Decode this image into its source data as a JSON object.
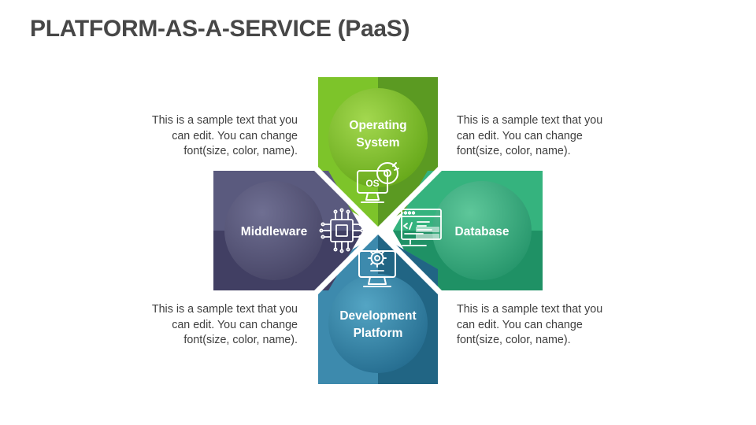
{
  "page": {
    "title": "PLATFORM-AS-A-SERVICE (PaaS)",
    "background_color": "#ffffff",
    "title_color": "#474747"
  },
  "diagram": {
    "type": "four-petal-pinwheel",
    "petals": [
      {
        "id": "operating-system",
        "position": "top",
        "label_line1": "Operating",
        "label_line2": "System",
        "icon": "monitor-os-disc-icon",
        "color_light": "#7dc42a",
        "color_dark": "#5b9a22",
        "circle_light": "#a3d84f",
        "circle_dark": "#62a516"
      },
      {
        "id": "database",
        "position": "right",
        "label_line1": "Database",
        "label_line2": "",
        "icon": "code-window-server-icon",
        "color_light": "#35b37e",
        "color_dark": "#1f9165",
        "circle_light": "#5ec79a",
        "circle_dark": "#229268"
      },
      {
        "id": "development-platform",
        "position": "bottom",
        "label_line1": "Development",
        "label_line2": "Platform",
        "icon": "monitor-gear-icon",
        "color_light": "#3d8aad",
        "color_dark": "#216584",
        "circle_light": "#54a5c4",
        "circle_dark": "#22698c"
      },
      {
        "id": "middleware",
        "position": "left",
        "label_line1": "Middleware",
        "label_line2": "",
        "icon": "cpu-microchip-icon",
        "color_light": "#5a5a7e",
        "color_dark": "#413f63",
        "circle_light": "#6f6f92",
        "circle_dark": "#454364"
      }
    ]
  },
  "captions": {
    "top_left": "This is a sample text that you can edit. You can change font(size, color, name).",
    "top_right": "This is a sample text that you can edit. You can change font(size, color, name).",
    "bottom_left": "This is a sample text that you can edit. You can change font(size, color, name).",
    "bottom_right": "This is a sample text that you can edit. You can change font(size, color, name)."
  }
}
